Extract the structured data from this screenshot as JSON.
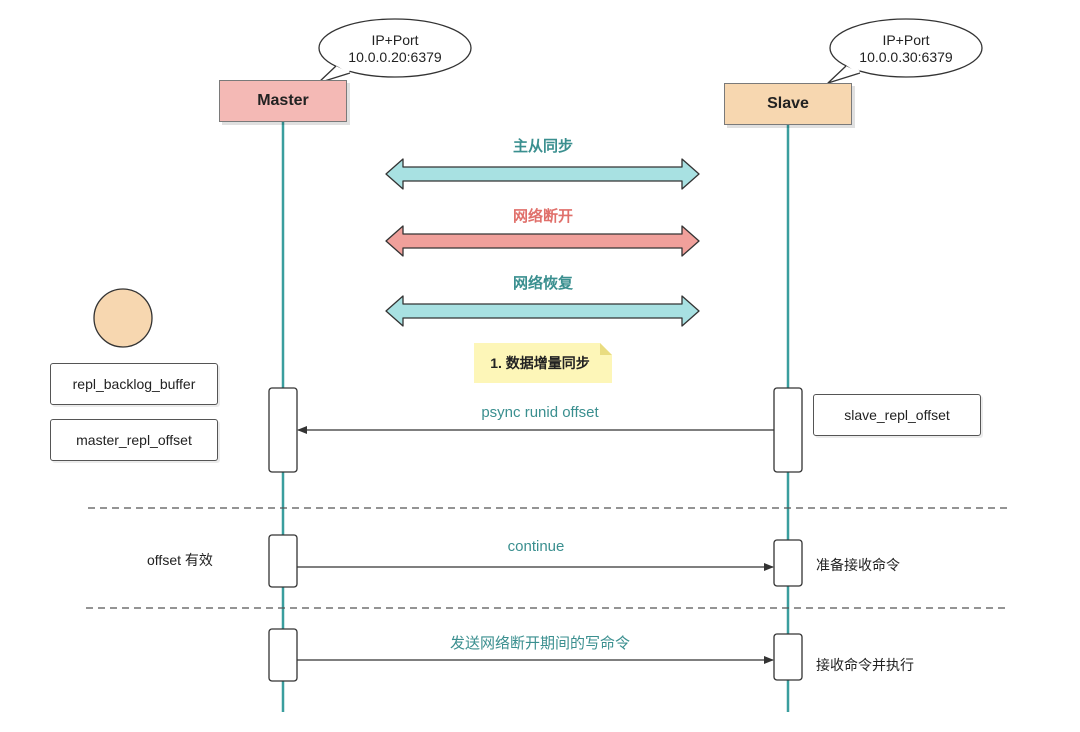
{
  "master": {
    "label": "Master",
    "bubble_line1": "IP+Port",
    "bubble_line2": "10.0.0.20:6379"
  },
  "slave": {
    "label": "Slave",
    "bubble_line1": "IP+Port",
    "bubble_line2": "10.0.0.30:6379"
  },
  "states": {
    "sync": "主从同步",
    "disconnect": "网络断开",
    "recover": "网络恢复"
  },
  "sticky_note": "1. 数据增量同步",
  "left_boxes": {
    "backlog": "repl_backlog_buffer",
    "master_offset": "master_repl_offset"
  },
  "right_box": "slave_repl_offset",
  "messages": {
    "psync": "psync runid offset",
    "continue": "continue",
    "send_cmds": "发送网络断开期间的写命令"
  },
  "notes": {
    "offset_valid": "offset 有效",
    "prepare_receive": "准备接收命令",
    "receive_execute": "接收命令并执行"
  },
  "colors": {
    "lifeline": "#3a9e9e",
    "master_fill": "#f4b9b5",
    "slave_fill": "#f7d7b0",
    "sync_arrow": "#a8e1e2",
    "disconnect_arrow": "#f0a09b",
    "sync_text": "#3a8f8f",
    "disconnect_text": "#e0706b",
    "sticky_fill": "#fdf6b8",
    "circle_fill": "#f7d7b0"
  }
}
